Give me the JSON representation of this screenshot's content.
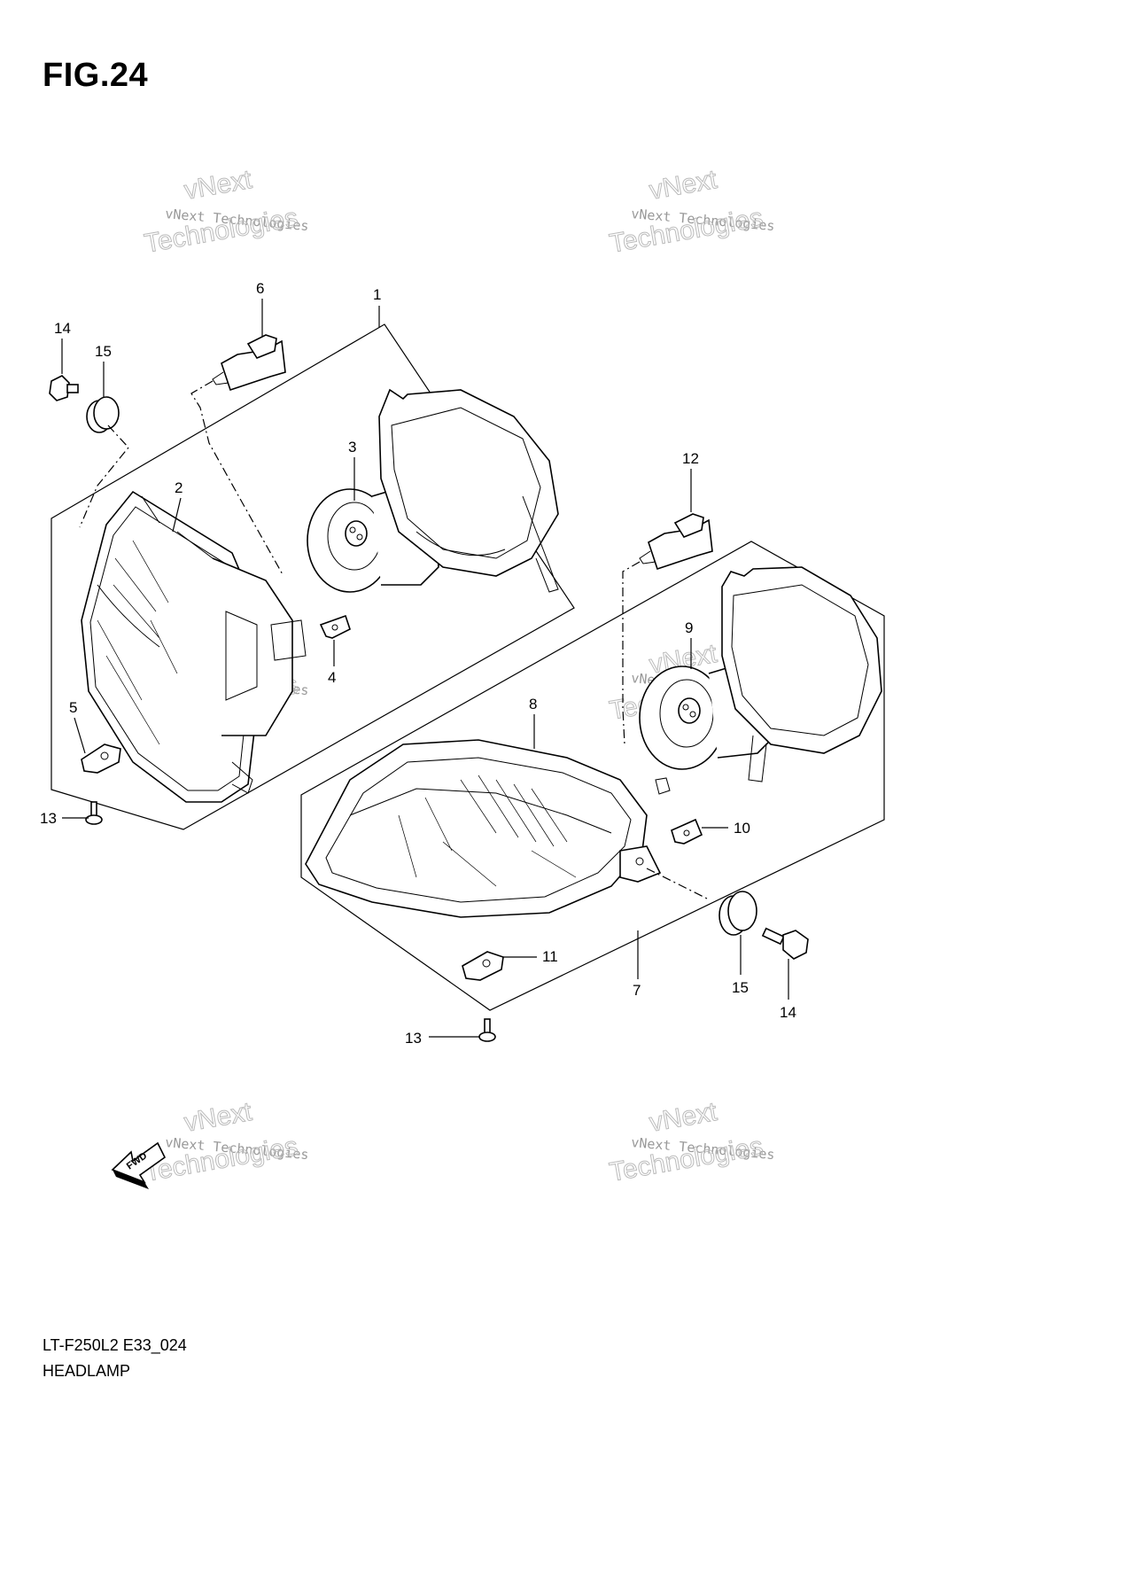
{
  "figure": {
    "title": "FIG.24",
    "code": "LT-F250L2 E33_024",
    "name": "HEADLAMP"
  },
  "watermark": {
    "line1": "vNext Technologies",
    "line2": "vNext",
    "line3": "Technologies"
  },
  "fwd_label": "FWD",
  "callouts": {
    "c1": "1",
    "c2": "2",
    "c3": "3",
    "c4": "4",
    "c5": "5",
    "c6": "6",
    "c7": "7",
    "c8": "8",
    "c9": "9",
    "c10": "10",
    "c11": "11",
    "c12": "12",
    "c13a": "13",
    "c13b": "13",
    "c14a": "14",
    "c14b": "14",
    "c15a": "15",
    "c15b": "15"
  }
}
